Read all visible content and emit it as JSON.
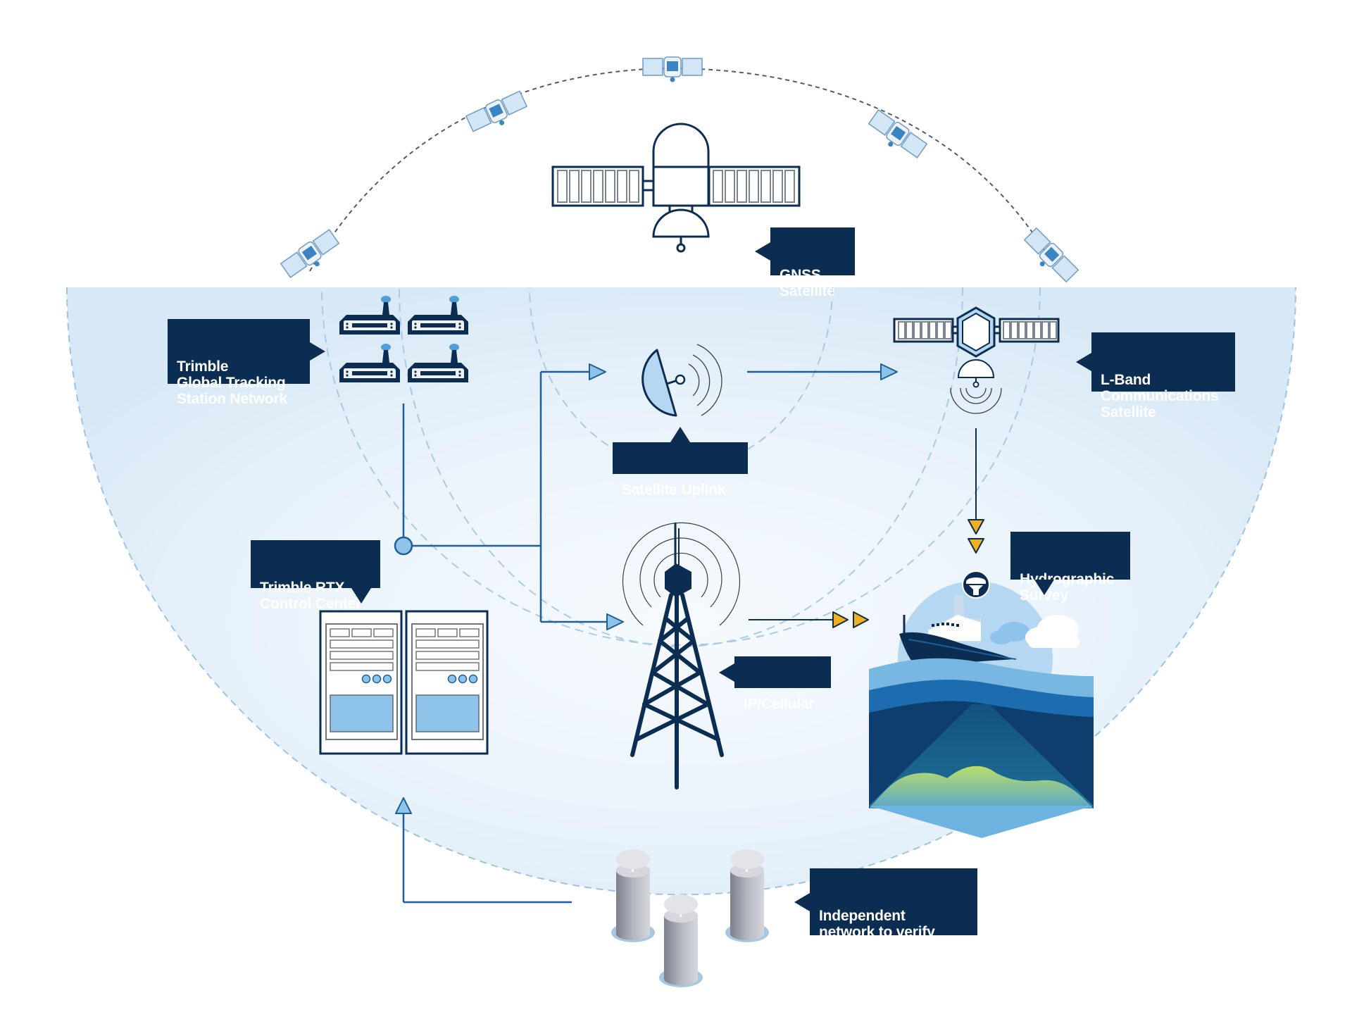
{
  "diagram": {
    "title": "Trimble RTX correction delivery for hydrographic survey",
    "colors": {
      "navy": "#0b2d52",
      "accent_blue": "#1e5f9a",
      "light_blue": "#8ec4ea",
      "dome_fill": "#dcebf8",
      "dashed_ring": "#9cc3e2",
      "arrow_yellow": "#f2b01e",
      "terrain_green": "#8cc63f"
    },
    "labels": {
      "gnss": "GNSS\nSatellite",
      "tracking": "Trimble\nGlobal Tracking\nStation Network",
      "uplink": "Satellite Uplink",
      "lband": "L-Band\nCommunications\nSatellite",
      "control": "Trimble RTX\nControl Center",
      "cellular": "IP/Cellular",
      "hydro": "Hydrographic\nSurvey",
      "independent": "Independent\nnetwork to verify\ncorrection integrity"
    },
    "nodes": [
      {
        "id": "gnss-satellite",
        "icon": "satellite-icon"
      },
      {
        "id": "orbit-satellites",
        "icon": "small-satellite-icon",
        "count": 5
      },
      {
        "id": "tracking-stations",
        "icon": "gnss-receiver-icon",
        "count": 4
      },
      {
        "id": "satellite-uplink",
        "icon": "satellite-dish-icon"
      },
      {
        "id": "lband-satellite",
        "icon": "satellite-icon"
      },
      {
        "id": "control-center",
        "icon": "server-rack-icon",
        "count": 2
      },
      {
        "id": "cell-tower",
        "icon": "cell-tower-icon"
      },
      {
        "id": "survey-vessel",
        "icon": "ship-icon"
      },
      {
        "id": "reference-stations",
        "icon": "reference-station-icon",
        "count": 3
      }
    ],
    "connections": [
      {
        "from": "tracking-stations",
        "to": "control-center"
      },
      {
        "from": "control-center",
        "to": "satellite-uplink"
      },
      {
        "from": "control-center",
        "to": "cell-tower"
      },
      {
        "from": "satellite-uplink",
        "to": "lband-satellite"
      },
      {
        "from": "lband-satellite",
        "to": "survey-vessel"
      },
      {
        "from": "cell-tower",
        "to": "survey-vessel"
      },
      {
        "from": "reference-stations",
        "to": "control-center"
      }
    ]
  }
}
